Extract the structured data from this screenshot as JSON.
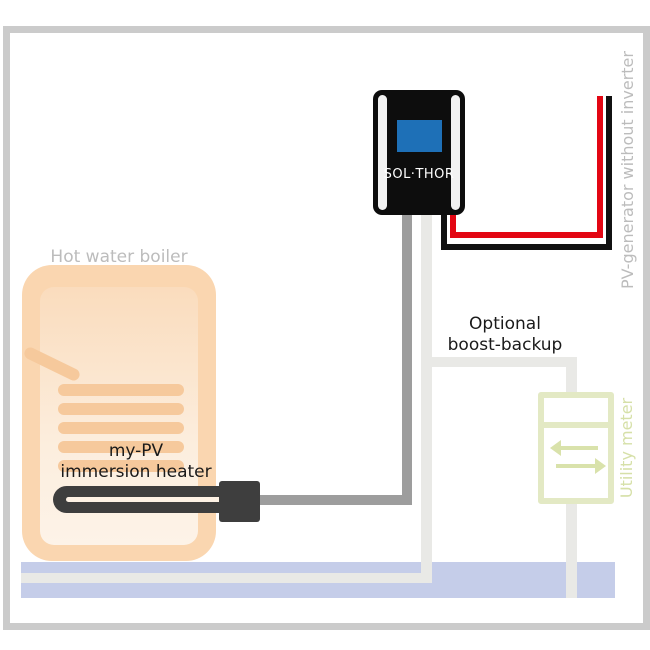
{
  "labels": {
    "boiler": "Hot water boiler",
    "heater_line1": "my-PV",
    "heater_line2": "immersion heater",
    "device_name": "SOL·THOR",
    "backup_line1": "Optional",
    "backup_line2": "boost-backup",
    "pv_generator": "PV-generator without inverter",
    "utility_meter": "Utility meter"
  },
  "icons": {
    "meter_arrow_left": "arrow-left-icon",
    "meter_arrow_right": "arrow-right-icon"
  },
  "colors": {
    "frame_border": "#cbcbcb",
    "boiler_fill": "#fad6b0",
    "coil": "#f6c99c",
    "floor_band": "#c5cde9",
    "heater_element": "#3e3e3e",
    "wire_gray": "#9d9d9d",
    "wire_light": "#e9e9e6",
    "wire_red": "#e30613",
    "wire_black": "#111111",
    "device_body": "#0d0d0d",
    "device_screen": "#1e70b7",
    "meter_green": "#e3e9c4",
    "meter_accent": "#d9e2ab",
    "label_gray": "#bcbcbc",
    "text_black": "#1a1a1a"
  }
}
